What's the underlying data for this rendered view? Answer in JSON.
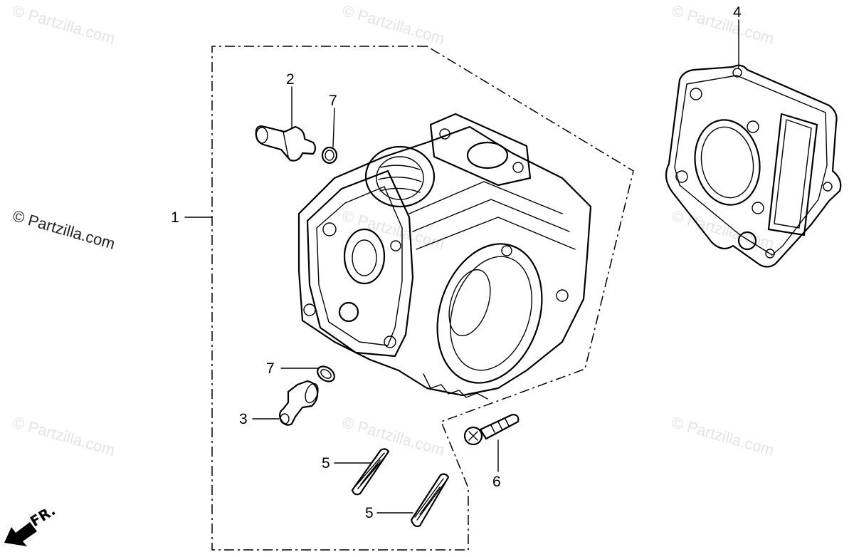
{
  "watermarks": {
    "faint_text": "© Partzilla.com",
    "dark_text": "© Partzilla.com"
  },
  "callouts": [
    {
      "id": "1",
      "label": "1"
    },
    {
      "id": "2",
      "label": "2"
    },
    {
      "id": "3",
      "label": "3"
    },
    {
      "id": "4",
      "label": "4"
    },
    {
      "id": "5a",
      "label": "5"
    },
    {
      "id": "5b",
      "label": "5"
    },
    {
      "id": "6",
      "label": "6"
    },
    {
      "id": "7a",
      "label": "7"
    },
    {
      "id": "7b",
      "label": "7"
    }
  ],
  "direction_marker": {
    "label": "FR.",
    "icon": "front-arrow-icon"
  },
  "colors": {
    "ink": "#000000",
    "watermark": "#e4e4e4",
    "background": "#ffffff"
  }
}
